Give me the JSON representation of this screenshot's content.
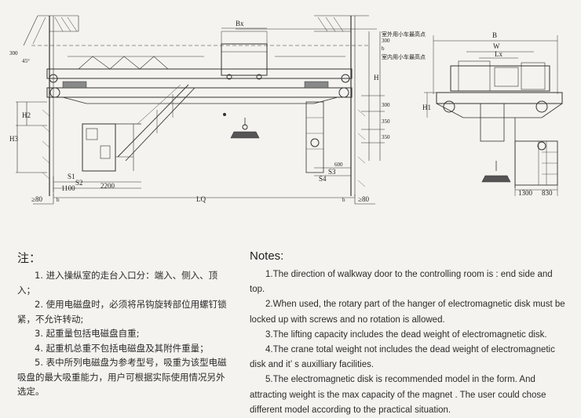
{
  "drawing": {
    "labels": {
      "bx": "Bx",
      "b_total": "B",
      "w": "W",
      "lx": "Lx",
      "outdoor_hook": "室外用小车最高点",
      "indoor_hook": "室内用小车最高点",
      "h": "H",
      "h1": "H1",
      "h2": "H2",
      "h3": "H3",
      "dim_300_top": "300",
      "dim_300_left": "300",
      "dim_300_right": "300",
      "dim_350": "350",
      "dim_350b": "350",
      "dim_600": "600",
      "dim_1100": "1100",
      "dim_2200": "2200",
      "dim_1300": "1300",
      "dim_830": "830",
      "dim_80_left": "≥80",
      "dim_80_right": "≥80",
      "dim_b_top": "b",
      "dim_b_left": "b",
      "dim_b_right": "b",
      "angle": "45°",
      "s1": "S1",
      "s2": "S2",
      "s3": "S3",
      "s4": "S4",
      "lq": "LQ"
    }
  },
  "notes_cn": {
    "title": "注：",
    "items": [
      "1. 进入操纵室的走台入口分：端入、侧入、顶入；",
      "2. 使用电磁盘时，必须将吊钩旋转部位用螺钉锁紧，不允许转动;",
      "3. 起重量包括电磁盘自重;",
      "4. 起重机总重不包括电磁盘及其附件重量；",
      "5. 表中所列电磁盘为参考型号，吸重为该型电磁吸盘的最大吸重能力，用户可根据实际使用情况另外选定。"
    ]
  },
  "notes_en": {
    "title": "Notes:",
    "items": [
      "1.The direction of walkway door to the controlling room is : end side and top.",
      "2.When used, the rotary part of the hanger of electromagnetic disk must be locked up with screws and no rotation is allowed.",
      "3.The lifting capacity includes the dead weight of electromagnetic disk.",
      "4.The crane total weight not includes the dead weight of electromagnetic disk and it’ s auxilliary facilities.",
      "5.The electromagnetic disk is recommended model in the form. And attracting weight is the max capacity of the magnet . The user could chose different model according to the practical situation."
    ]
  },
  "colors": {
    "paper": "#f4f3ef",
    "ink": "#2a2a2a"
  }
}
